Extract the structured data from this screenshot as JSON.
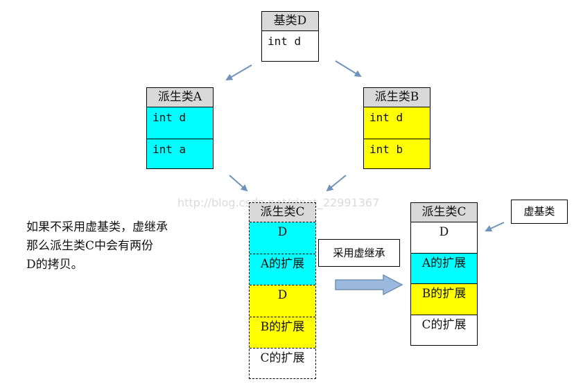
{
  "base_D": {
    "title": "基类D",
    "member": "int d"
  },
  "derived_A": {
    "title": "派生类A",
    "members": [
      "int d",
      "int a"
    ]
  },
  "derived_B": {
    "title": "派生类B",
    "members": [
      "int d",
      "int b"
    ]
  },
  "derived_C_nonvirtual": {
    "title": "派生类C",
    "parts": [
      "D",
      "A的扩展",
      "D",
      "B的扩展",
      "C的扩展"
    ]
  },
  "derived_C_virtual": {
    "title": "派生类C",
    "parts": [
      "D",
      "A的扩展",
      "B的扩展",
      "C的扩展"
    ]
  },
  "virtual_inheritance_label": "采用虚继承",
  "virtual_base_label": "虚基类",
  "note_lines": [
    "如果不采用虚基类，虚继承",
    "那么派生类C中会有两份",
    "D的拷贝。"
  ],
  "watermark": "http://blog.csdn.net/sinat_22991367",
  "colors": {
    "cyan": "#00ffff",
    "yellow": "#ffff00",
    "header": "#d9d9d9",
    "arrow": "#6f93bb"
  }
}
